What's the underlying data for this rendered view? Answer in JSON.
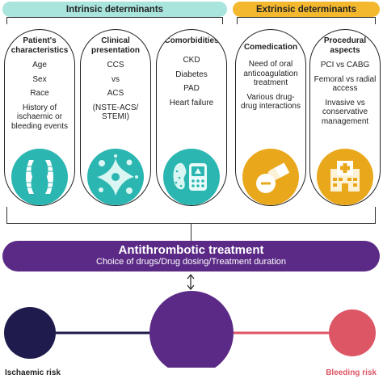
{
  "banners": {
    "intrinsic": "Intrinsic determinants",
    "extrinsic": "Extrinsic determinants"
  },
  "pills": [
    {
      "title": "Patient's characteristics",
      "items": [
        "Age",
        "Sex",
        "Race",
        "History of ischaemic or bleeding events"
      ],
      "icon": "chromosome-icon"
    },
    {
      "title": "Clinical presentation",
      "items": [
        "CCS",
        "vs",
        "ACS",
        "(NSTE-ACS/ STEMI)"
      ],
      "icon": "platelet-icon"
    },
    {
      "title": "Comorbidities",
      "items": [
        "CKD",
        "Diabetes",
        "PAD",
        "Heart failure"
      ],
      "icon": "kidney-glucometer-icon"
    },
    {
      "title": "Comedication",
      "items": [
        "Need of oral anticoagulation treatment",
        "Various drug-drug interactions"
      ],
      "icon": "pills-icon"
    },
    {
      "title": "Procedural aspects",
      "items": [
        "PCI vs CABG",
        "Femoral vs radial access",
        "Invasive vs conservative management"
      ],
      "icon": "hospital-icon"
    }
  ],
  "treatment": {
    "title": "Antithrombotic treatment",
    "subtitle": "Choice of drugs/Drug dosing/Treatment duration"
  },
  "risk": {
    "left_label": "Ischaemic risk",
    "right_label": "Bleeding risk"
  },
  "colors": {
    "teal_banner": "#a9e4dd",
    "teal": "#2bb6b1",
    "gold": "#f3b82e",
    "purple": "#5b2a86",
    "navy": "#1f1c4d",
    "red": "#dd5666"
  }
}
